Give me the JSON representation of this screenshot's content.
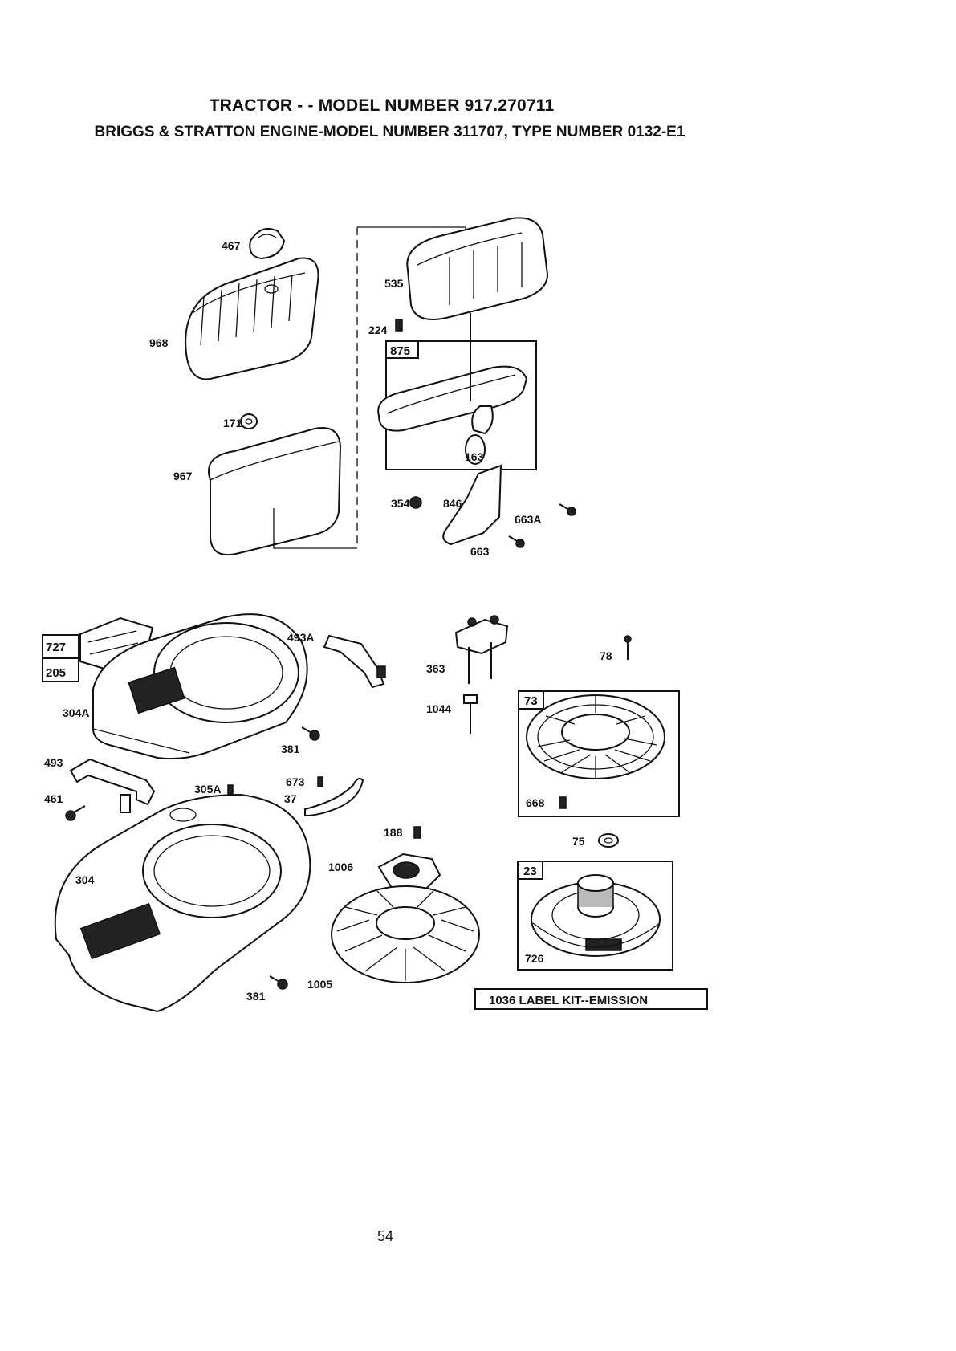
{
  "header": {
    "title": "TRACTOR - - MODEL NUMBER 917.270711",
    "subtitle": "BRIGGS & STRATTON ENGINE-MODEL NUMBER 311707, TYPE NUMBER 0132-E1"
  },
  "callouts": {
    "c467": "467",
    "c968": "968",
    "c171": "171",
    "c967": "967",
    "c535": "535",
    "c224": "224",
    "c875": "875",
    "c163": "163",
    "c354": "354",
    "c846": "846",
    "c663A": "663A",
    "c663": "663",
    "c727": "727",
    "c205": "205",
    "c304A": "304A",
    "c493A": "493A",
    "c363": "363",
    "c78": "78",
    "c1044": "1044",
    "c73": "73",
    "c381a": "381",
    "c493": "493",
    "c461": "461",
    "c305A": "305A",
    "c673": "673",
    "c37": "37",
    "c668": "668",
    "c188": "188",
    "c75": "75",
    "c1006": "1006",
    "c304": "304",
    "c23": "23",
    "c726": "726",
    "c381b": "381",
    "c1005": "1005"
  },
  "label_kit": "1036 LABEL KIT--EMISSION",
  "page_number": "54"
}
